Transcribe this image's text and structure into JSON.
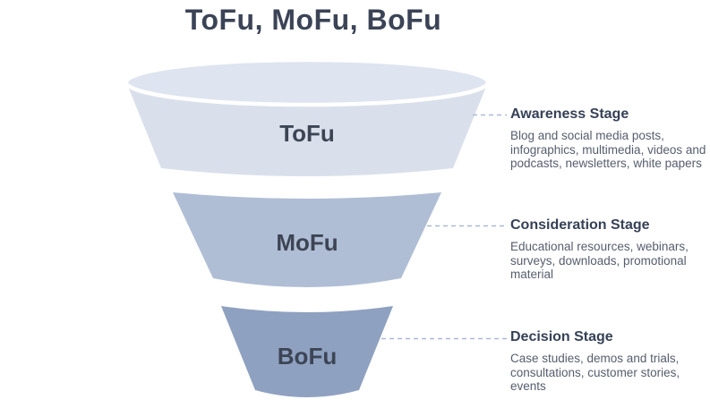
{
  "title": "ToFu, MoFu, BoFu",
  "funnel": {
    "stages": [
      {
        "label": "ToFu",
        "color": "#dae0eb",
        "rim_color": "#dee4f0"
      },
      {
        "label": "MoFu",
        "color": "#b0bed5"
      },
      {
        "label": "BoFu",
        "color": "#8fa1c0"
      }
    ]
  },
  "annotations": [
    {
      "heading": "Awareness Stage",
      "description": "Blog and social media posts,\ninfographics, multimedia, videos and\npodcasts, newsletters, white papers"
    },
    {
      "heading": "Consideration Stage",
      "description": "Educational resources, webinars,\nsurveys, downloads, promotional\nmaterial"
    },
    {
      "heading": "Decision Stage",
      "description": "Case studies, demos and trials,\nconsultations, customer stories, events"
    }
  ],
  "colors": {
    "background": "#ffffff",
    "title_text": "#3b4456",
    "stage_label_text": "#3d4555",
    "annotation_heading_text": "#364157",
    "annotation_body_text": "#565d6d",
    "connector": "#aab9d3",
    "rim_stroke": "#ffffff"
  }
}
